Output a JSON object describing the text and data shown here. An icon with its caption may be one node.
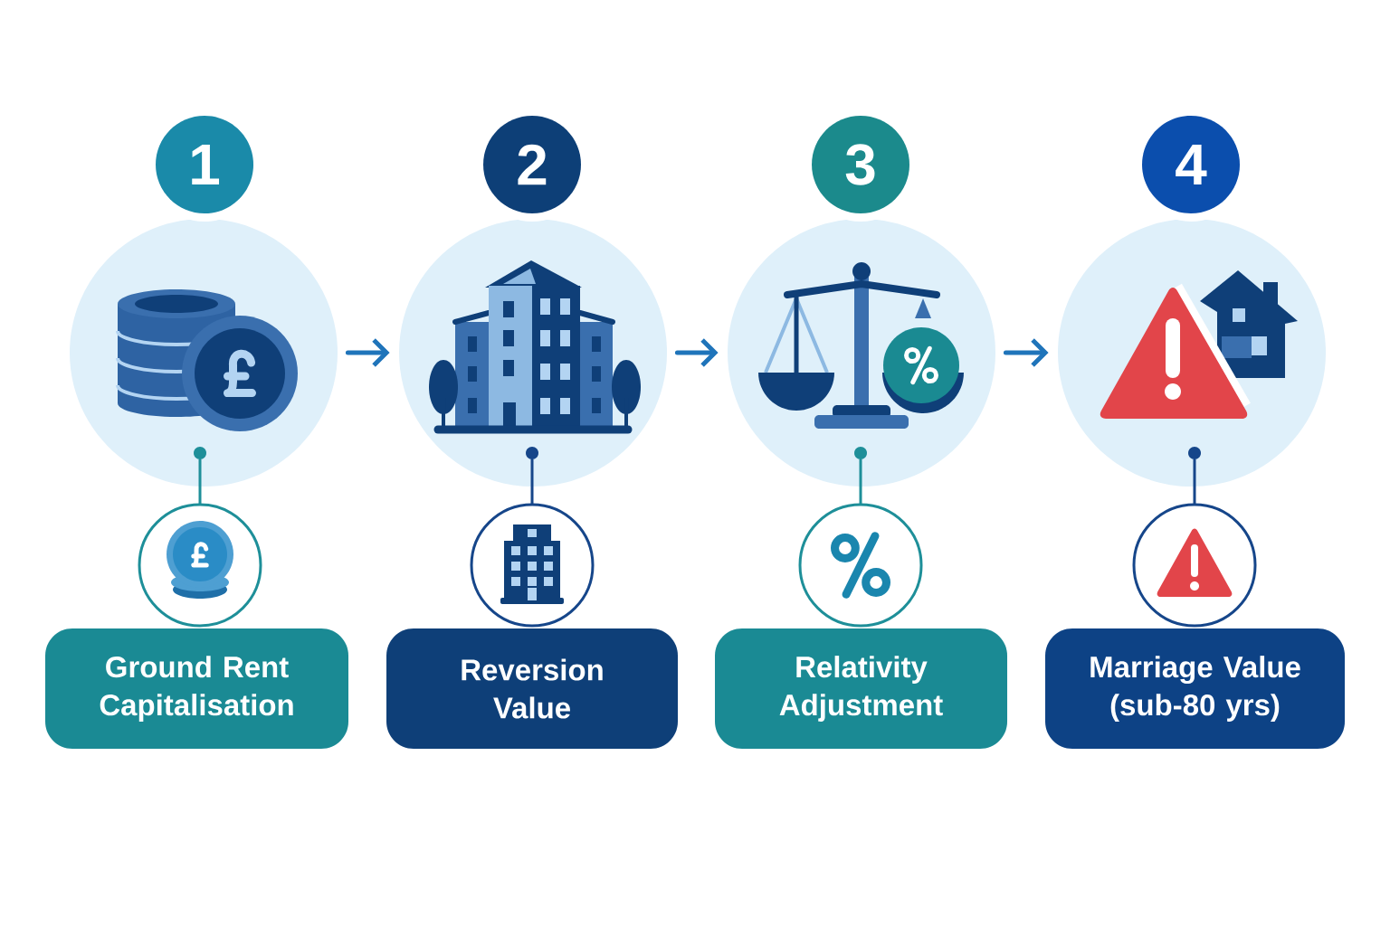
{
  "diagram": {
    "nodes": [
      {
        "text": [
          "1"
        ]
      },
      {
        "text": [],
        "shape": "picture"
      },
      {
        "text": [],
        "shape": "circle",
        "in": 1
      },
      {
        "text": [],
        "shape": "circle"
      },
      {
        "text": [
          "Ground Rent Capitalisation"
        ]
      },
      {
        "text": [
          "2"
        ]
      },
      {
        "text": [],
        "shape": "picture"
      },
      {
        "text": [],
        "shape": "circle",
        "in": 6
      },
      {
        "text": [],
        "shape": "circle"
      },
      {
        "text": [
          "Reversion Value"
        ]
      },
      {
        "text": [
          "3"
        ]
      },
      {
        "text": [],
        "shape": "picture"
      },
      {
        "text": [],
        "shape": "circle",
        "in": 11
      },
      {
        "text": [],
        "shape": "circle"
      },
      {
        "text": [
          "Relativity Adjustment"
        ]
      },
      {
        "text": [
          "4"
        ]
      },
      {
        "text": [],
        "shape": "picture"
      },
      {
        "text": [],
        "shape": "circle",
        "in": 16
      },
      {
        "text": [],
        "shape": "circle"
      },
      {
        "text": [
          "Marriage Value (sub-80 yrs)"
        ]
      }
    ],
    "edges": [
      {
        "from": 1,
        "to": 6,
        "arrow": "to"
      },
      {
        "from": 6,
        "to": 11,
        "arrow": "to"
      },
      {
        "from": 11,
        "to": 16,
        "arrow": "to"
      },
      {
        "from": 2,
        "to": 3,
        "arrow": "none",
        "color": "#1e8f99"
      },
      {
        "from": 7,
        "to": 8,
        "arrow": "none",
        "color": "#16468a"
      },
      {
        "from": 12,
        "to": 13,
        "arrow": "none",
        "color": "#1e8f99"
      },
      {
        "from": 17,
        "to": 18,
        "arrow": "none",
        "color": "#16468a"
      }
    ]
  }
}
